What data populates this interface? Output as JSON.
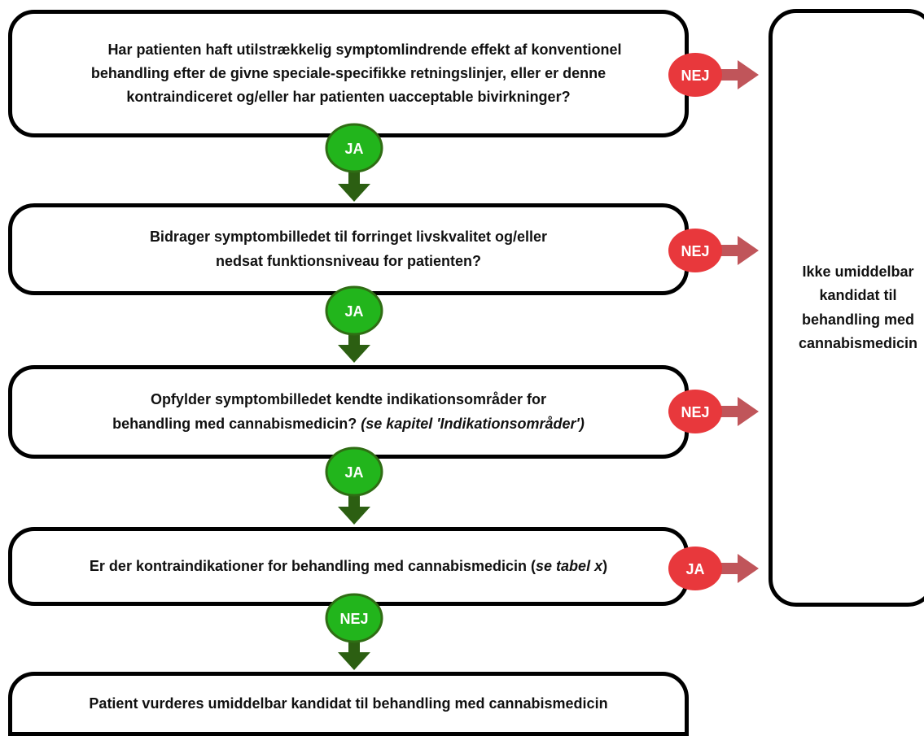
{
  "questions": [
    {
      "lines": [
        "Har patienten haft utilstrækkelig symptomlindrende effekt af konventionel",
        "behandling efter de givne speciale-specifikke retningslinjer, eller er denne",
        "kontraindiceret og/eller har patienten uacceptable bivirkninger?"
      ],
      "down_label": "JA",
      "side_label": "NEJ"
    },
    {
      "lines": [
        "Bidrager symptombilledet til forringet livskvalitet og/eller",
        "nedsat funktionsniveau for patienten?"
      ],
      "down_label": "JA",
      "side_label": "NEJ"
    },
    {
      "line1": "Opfylder symptombilledet kendte indikationsområder for",
      "line2_plain": "behandling med cannabismedicin? ",
      "line2_italic": "(se kapitel 'Indikationsområder')",
      "down_label": "JA",
      "side_label": "NEJ"
    },
    {
      "text_plain": "Er der kontraindikationer for behandling med cannabismedicin (",
      "text_italic": "se tabel x",
      "text_end": ")",
      "down_label": "NEJ",
      "side_label": "JA"
    }
  ],
  "final_box": "Patient vurderes umiddelbar kandidat til behandling med cannabismedicin",
  "side_box": {
    "lines": [
      "Ikke umiddelbar",
      "kandidat til",
      "behandling med",
      "cannabismedicin"
    ]
  },
  "colors": {
    "green_fill": "#22b51c",
    "green_border": "#2f6d14",
    "green_arrow": "#2c5f12",
    "red_fill": "#e8383c",
    "red_arrow": "#c0555a"
  }
}
